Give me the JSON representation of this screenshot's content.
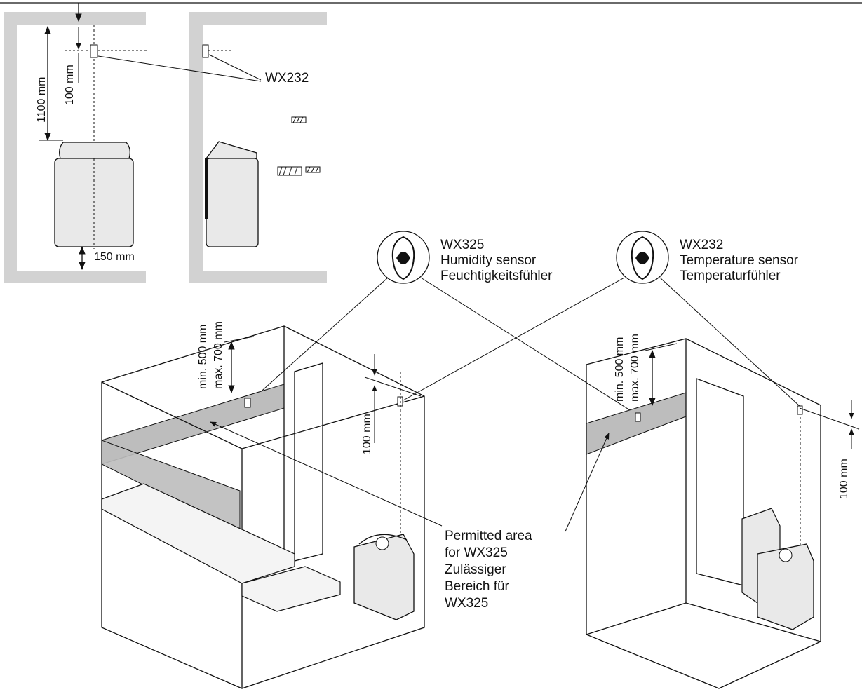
{
  "top_left": {
    "dim_height": "1100 mm",
    "dim_offset": "100 mm",
    "dim_floor": "150 mm"
  },
  "top_right": {
    "sensor_label": "WX232"
  },
  "callout_humidity": {
    "code": "WX325",
    "name_en": "Humidity sensor",
    "name_de": "Feuchtigkeitsfühler"
  },
  "callout_temperature": {
    "code": "WX232",
    "name_en": "Temperature sensor",
    "name_de": "Temperaturfühler"
  },
  "left_room": {
    "dim_min": "min. 500 mm",
    "dim_max": "max. 700 mm",
    "dim_offset": "100 mm"
  },
  "right_room": {
    "dim_min": "min. 500 mm",
    "dim_max": "max. 700 mm",
    "dim_offset": "100 mm"
  },
  "permitted_area": {
    "line1": "Permitted area",
    "line2": "for WX325",
    "line3": "Zulässiger",
    "line4": "Bereich für",
    "line5": "WX325"
  }
}
